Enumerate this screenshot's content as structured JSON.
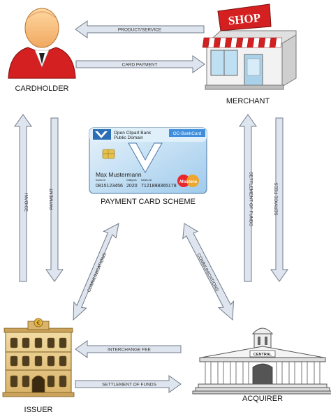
{
  "nodes": {
    "cardholder": "CARDHOLDER",
    "merchant": "MERCHANT",
    "issuer": "ISSUER",
    "acquirer": "ACQUIRER",
    "scheme": "PAYMENT CARD SCHEME"
  },
  "arrows": {
    "product_service": "PRODUCT/SERVICE",
    "card_payment": "CARD PAYMENT",
    "invoice": "INVOICE",
    "payment": "PAYMENT",
    "settlement_funds_vertical": "SETTLEMENT OF FUNDS",
    "service_fees": "SERVICE FEES",
    "communications_left": "COMMUNICATIONS",
    "communications_right": "COMMUNICATIONS",
    "interchange_fee": "INTERCHANGE FEE",
    "settlement_funds_bottom": "SETTLEMENT OF FUNDS"
  },
  "card": {
    "bank_line1": "Open Clipart Bank",
    "bank_line2": "Public Domain",
    "brand": "OC-BankCard",
    "holder": "Max Mustermann",
    "label_kontonr": "Konto-Nr",
    "label_gueltig": "Gültig bis",
    "label_kartennr": "Karten-Nr",
    "account": "0815123456",
    "valid": "2020",
    "number": "7121898365178",
    "logo_text": "Mostera"
  },
  "shop": {
    "sign": "SHOP"
  },
  "acquirer_building": {
    "sign": "CENTRAL"
  },
  "colors": {
    "arrow_fill": "#dfe5ee",
    "arrow_stroke": "#6f7a89",
    "person_red": "#d42020",
    "card_blue": "#3f8fdc"
  }
}
